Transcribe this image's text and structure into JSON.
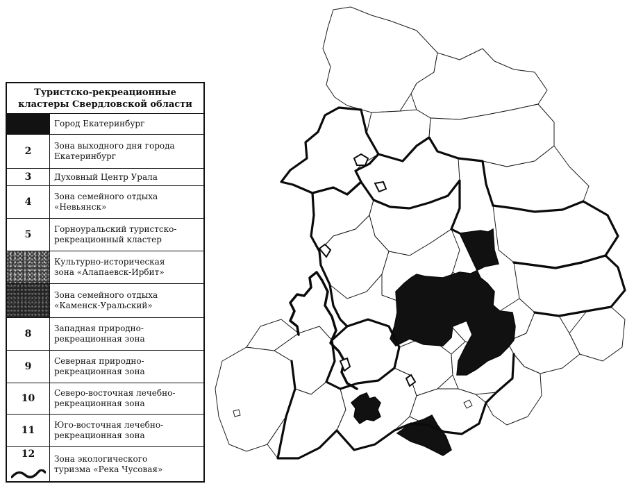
{
  "legend": {
    "title_line1": "Туристско-рекреационные",
    "title_line2": "кластеры Свердловской области",
    "items": [
      {
        "key": "",
        "swatch": "solid",
        "line1": "Город Екатеринбург",
        "line2": ""
      },
      {
        "key": "2",
        "swatch": "white",
        "line1": "Зона выходного дня города",
        "line2": "Екатеринбург"
      },
      {
        "key": "3",
        "swatch": "white",
        "line1": "Духовный Центр Урала",
        "line2": ""
      },
      {
        "key": "4",
        "swatch": "white",
        "line1": "Зона семейного отдыха",
        "line2": "«Невьянск»"
      },
      {
        "key": "5",
        "swatch": "white",
        "line1": "Горноуральский туристско-",
        "line2": "рекреационный кластер"
      },
      {
        "key": "",
        "swatch": "noise1",
        "line1": "Культурно-историческая",
        "line2": "зона «Алапаевск-Ирбит»"
      },
      {
        "key": "",
        "swatch": "noise2",
        "line1": "Зона семейного отдыха",
        "line2": "«Каменск-Уральский»"
      },
      {
        "key": "8",
        "swatch": "white",
        "line1": "Западная природно-",
        "line2": "рекреационная зона"
      },
      {
        "key": "9",
        "swatch": "white",
        "line1": "Северная природно-",
        "line2": "рекреационная зона"
      },
      {
        "key": "10",
        "swatch": "white",
        "line1": "Северо-восточная лечебно-",
        "line2": "рекреационная зона"
      },
      {
        "key": "11",
        "swatch": "white",
        "line1": "Юго-восточная лечебно-",
        "line2": "рекреационная зона"
      },
      {
        "key": "12",
        "swatch": "river",
        "line1": "Зона экологического",
        "line2": "туризма «Река Чусовая»"
      }
    ]
  },
  "colors": {
    "ink": "#111111",
    "region_fill": "#ffffff",
    "highlight_fill": "#121212"
  },
  "map": {
    "region_count_hint": "Свердловская область"
  }
}
